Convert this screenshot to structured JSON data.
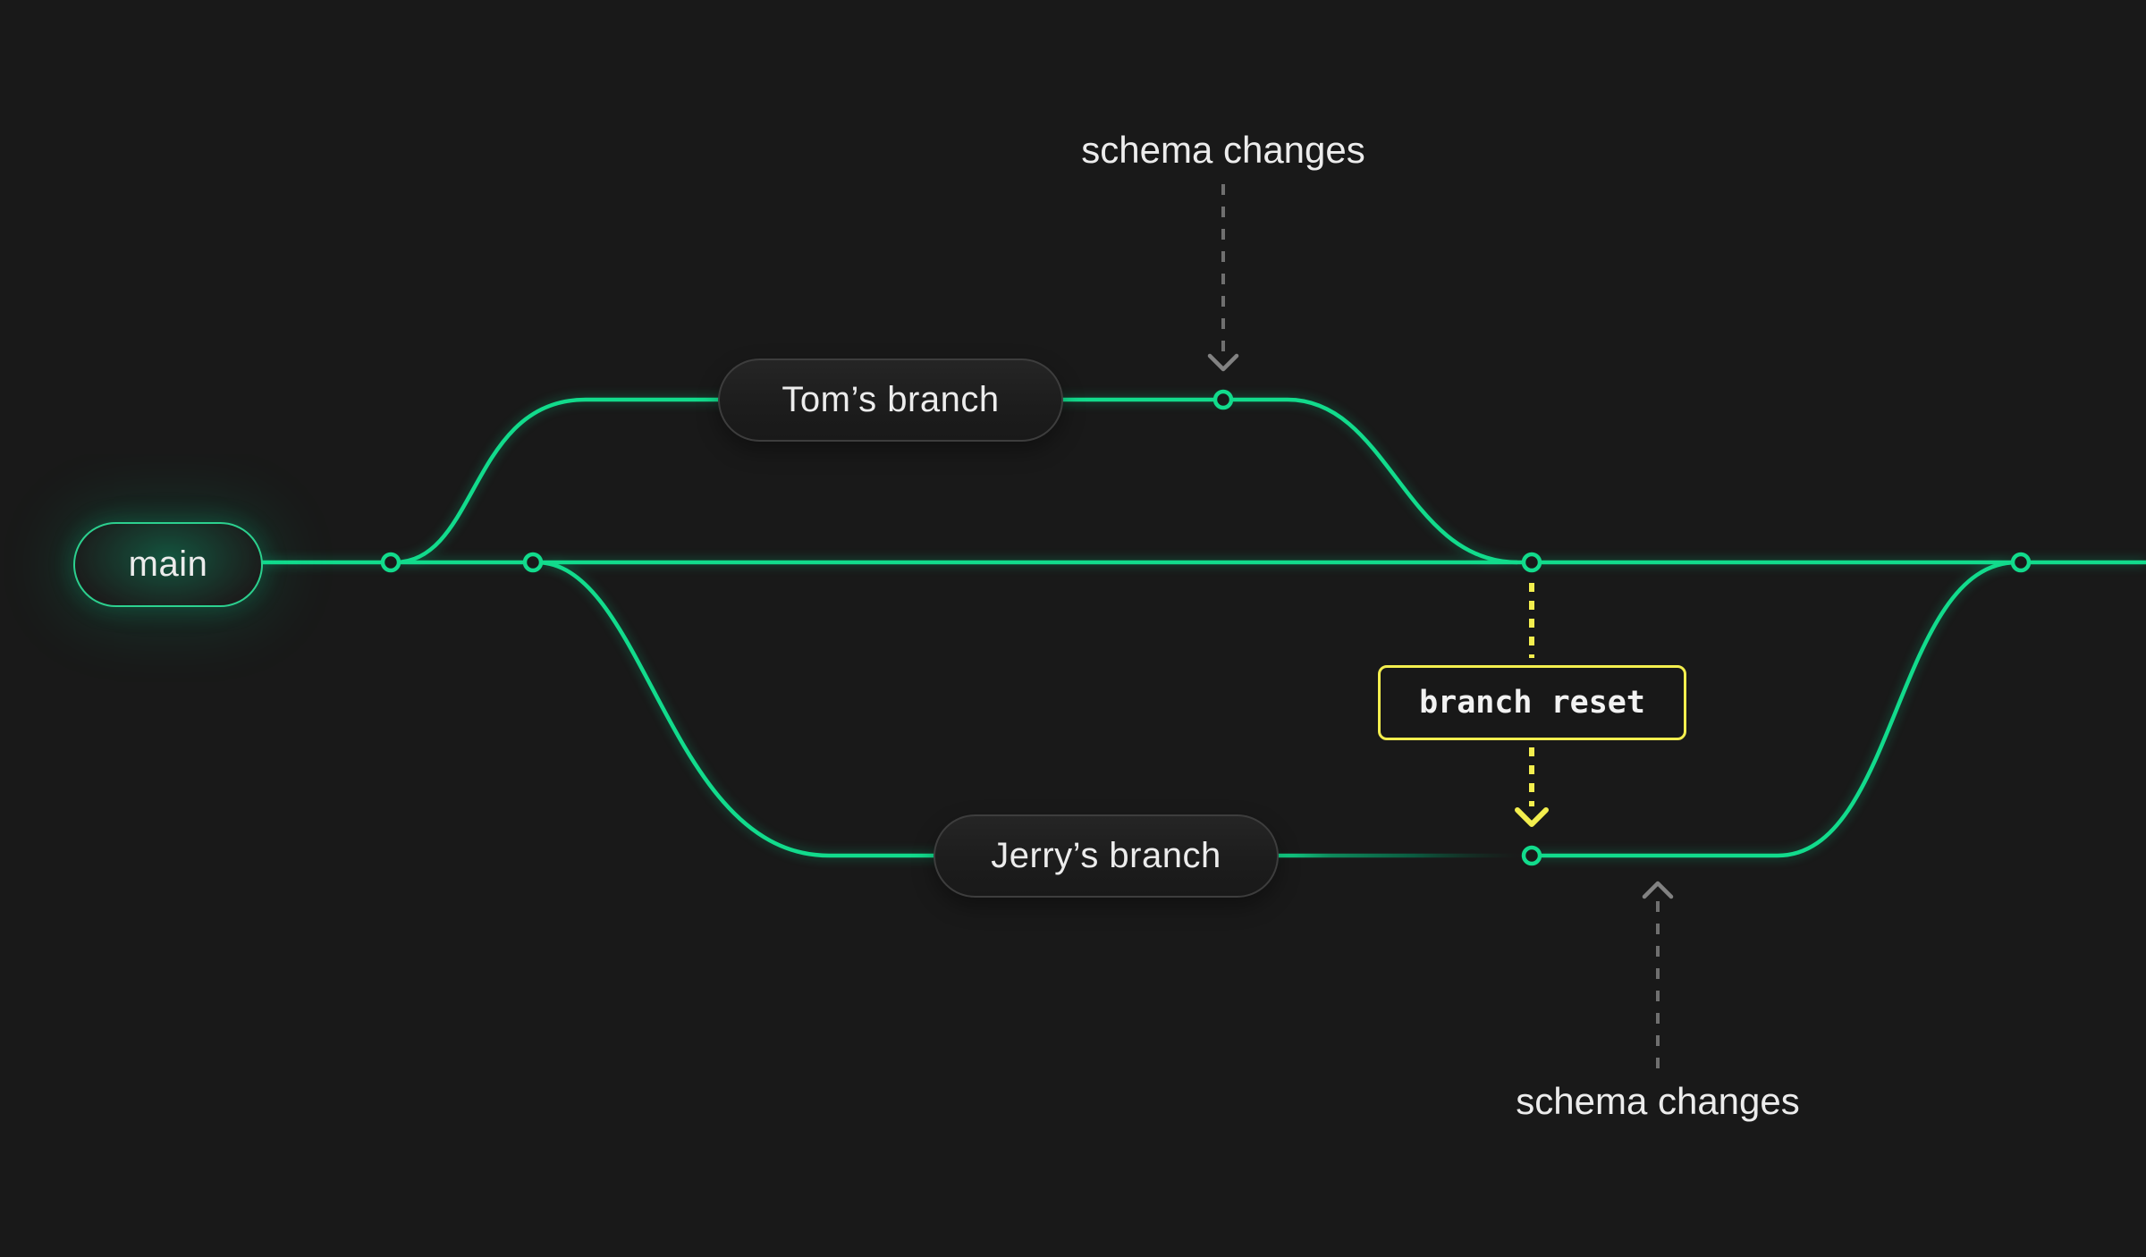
{
  "theme": {
    "background": "#191919",
    "branch_green": "#12DB8C",
    "reset_yellow": "#F3EE4E",
    "annotation_gray": "#6F6F6F",
    "text_light": "#ECECEC"
  },
  "branches": {
    "main": {
      "label": "main"
    },
    "tom": {
      "label": "Tom’s branch"
    },
    "jerry": {
      "label": "Jerry’s branch"
    }
  },
  "annotations": {
    "schema_changes_top": {
      "label": "schema changes"
    },
    "schema_changes_bottom": {
      "label": "schema changes"
    },
    "branch_reset": {
      "label": "branch reset"
    }
  },
  "nodes": [
    {
      "name": "fork-to-tom"
    },
    {
      "name": "fork-to-jerry"
    },
    {
      "name": "tom-schema-change-commit"
    },
    {
      "name": "main-reset-source-commit"
    },
    {
      "name": "jerry-reset-target-commit"
    },
    {
      "name": "merge-into-main"
    }
  ]
}
